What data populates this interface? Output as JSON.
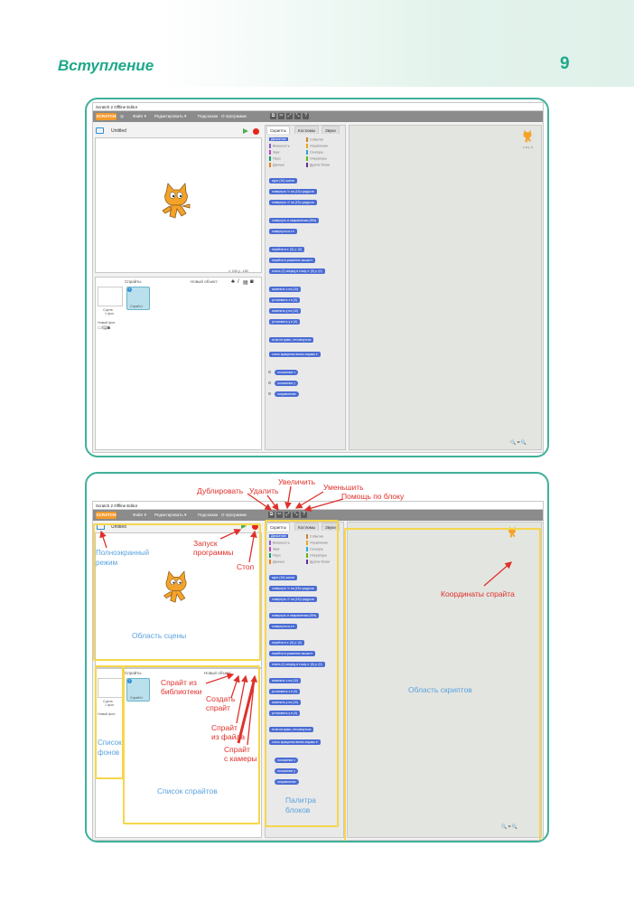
{
  "page": {
    "section_title": "Вступление",
    "page_number": "9"
  },
  "editor": {
    "window_title": "Scratch 2 Offline Editor",
    "logo": "SCRATCH",
    "menu": [
      "Файл ▾",
      "Редактировать ▾",
      "Подсказки",
      "О программе"
    ],
    "project_name": "Untitled",
    "tabs": [
      "Скрипты",
      "Костюмы",
      "Звуки"
    ],
    "categories_left": [
      "Движение",
      "Внешность",
      "Звук",
      "Перо",
      "Данные"
    ],
    "categories_right": [
      "События",
      "Управление",
      "Сенсоры",
      "Операторы",
      "Другие блоки"
    ],
    "blocks": [
      "идти (10) шагов",
      "повернуть ↻ на (15) градусов",
      "повернуть ↺ на (15) градусов",
      "повернуть в направлении (90▾)",
      "повернуться к ▾",
      "перейти в x: (0) y: (0)",
      "перейти в указатель мыши ▾",
      "плыть (1) секунд в точку x: (0) y: (0)",
      "изменить x на (10)",
      "установить x в (0)",
      "изменить y на (10)",
      "установить y в (0)",
      "если на краю, оттолкнуться",
      "стиль вращения влево-вправо ▾",
      "положение x",
      "положение y",
      "направление"
    ],
    "coords": "x: 240  y: -180",
    "sprites_header": "Спрайты",
    "new_sprite": "Новый объект:",
    "stage_label": "Сцена",
    "stage_backdrops": "1 фон",
    "new_backdrop": "Новый фон:",
    "sprite_name": "Спрайт1",
    "zoom": "🔍 = 🔍"
  },
  "annotations": {
    "blue": {
      "fullscreen": "Полноэкранный\nрежим",
      "stage_area": "Область сцены",
      "backdrops": "Список\nфонов",
      "sprite_list": "Список спрайтов",
      "palette": "Палитра\nблоков",
      "scripts_area": "Область скриптов"
    },
    "red": {
      "duplicate": "Дублировать",
      "delete": "Удалить",
      "grow": "Увеличить",
      "shrink": "Уменьшить",
      "help": "Помощь по блоку",
      "green_flag": "Запуск\nпрограммы",
      "stop": "Стоп",
      "sprite_lib": "Спрайт из\nбиблиотеки",
      "paint": "Создать\nспрайт",
      "upload": "Спрайт\nиз файла",
      "camera": "Спрайт\nс камеры",
      "sprite_coords": "Координаты спрайта"
    }
  },
  "colors": {
    "accent": "#1fa88a",
    "frame": "#3fb09b",
    "motion": "#4a6cd4",
    "annotation_red": "#e0302a",
    "annotation_blue": "#5aa3df",
    "highlight_yellow": "#f6d64a"
  }
}
